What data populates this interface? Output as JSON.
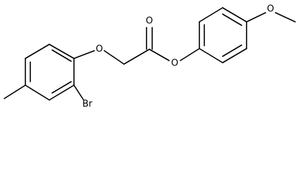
{
  "molecule": {
    "atoms": {
      "oxygen_ether_left": "O",
      "oxygen_carbonyl": "O",
      "oxygen_ester": "O",
      "oxygen_methoxy": "O",
      "bromine": "Br"
    }
  }
}
